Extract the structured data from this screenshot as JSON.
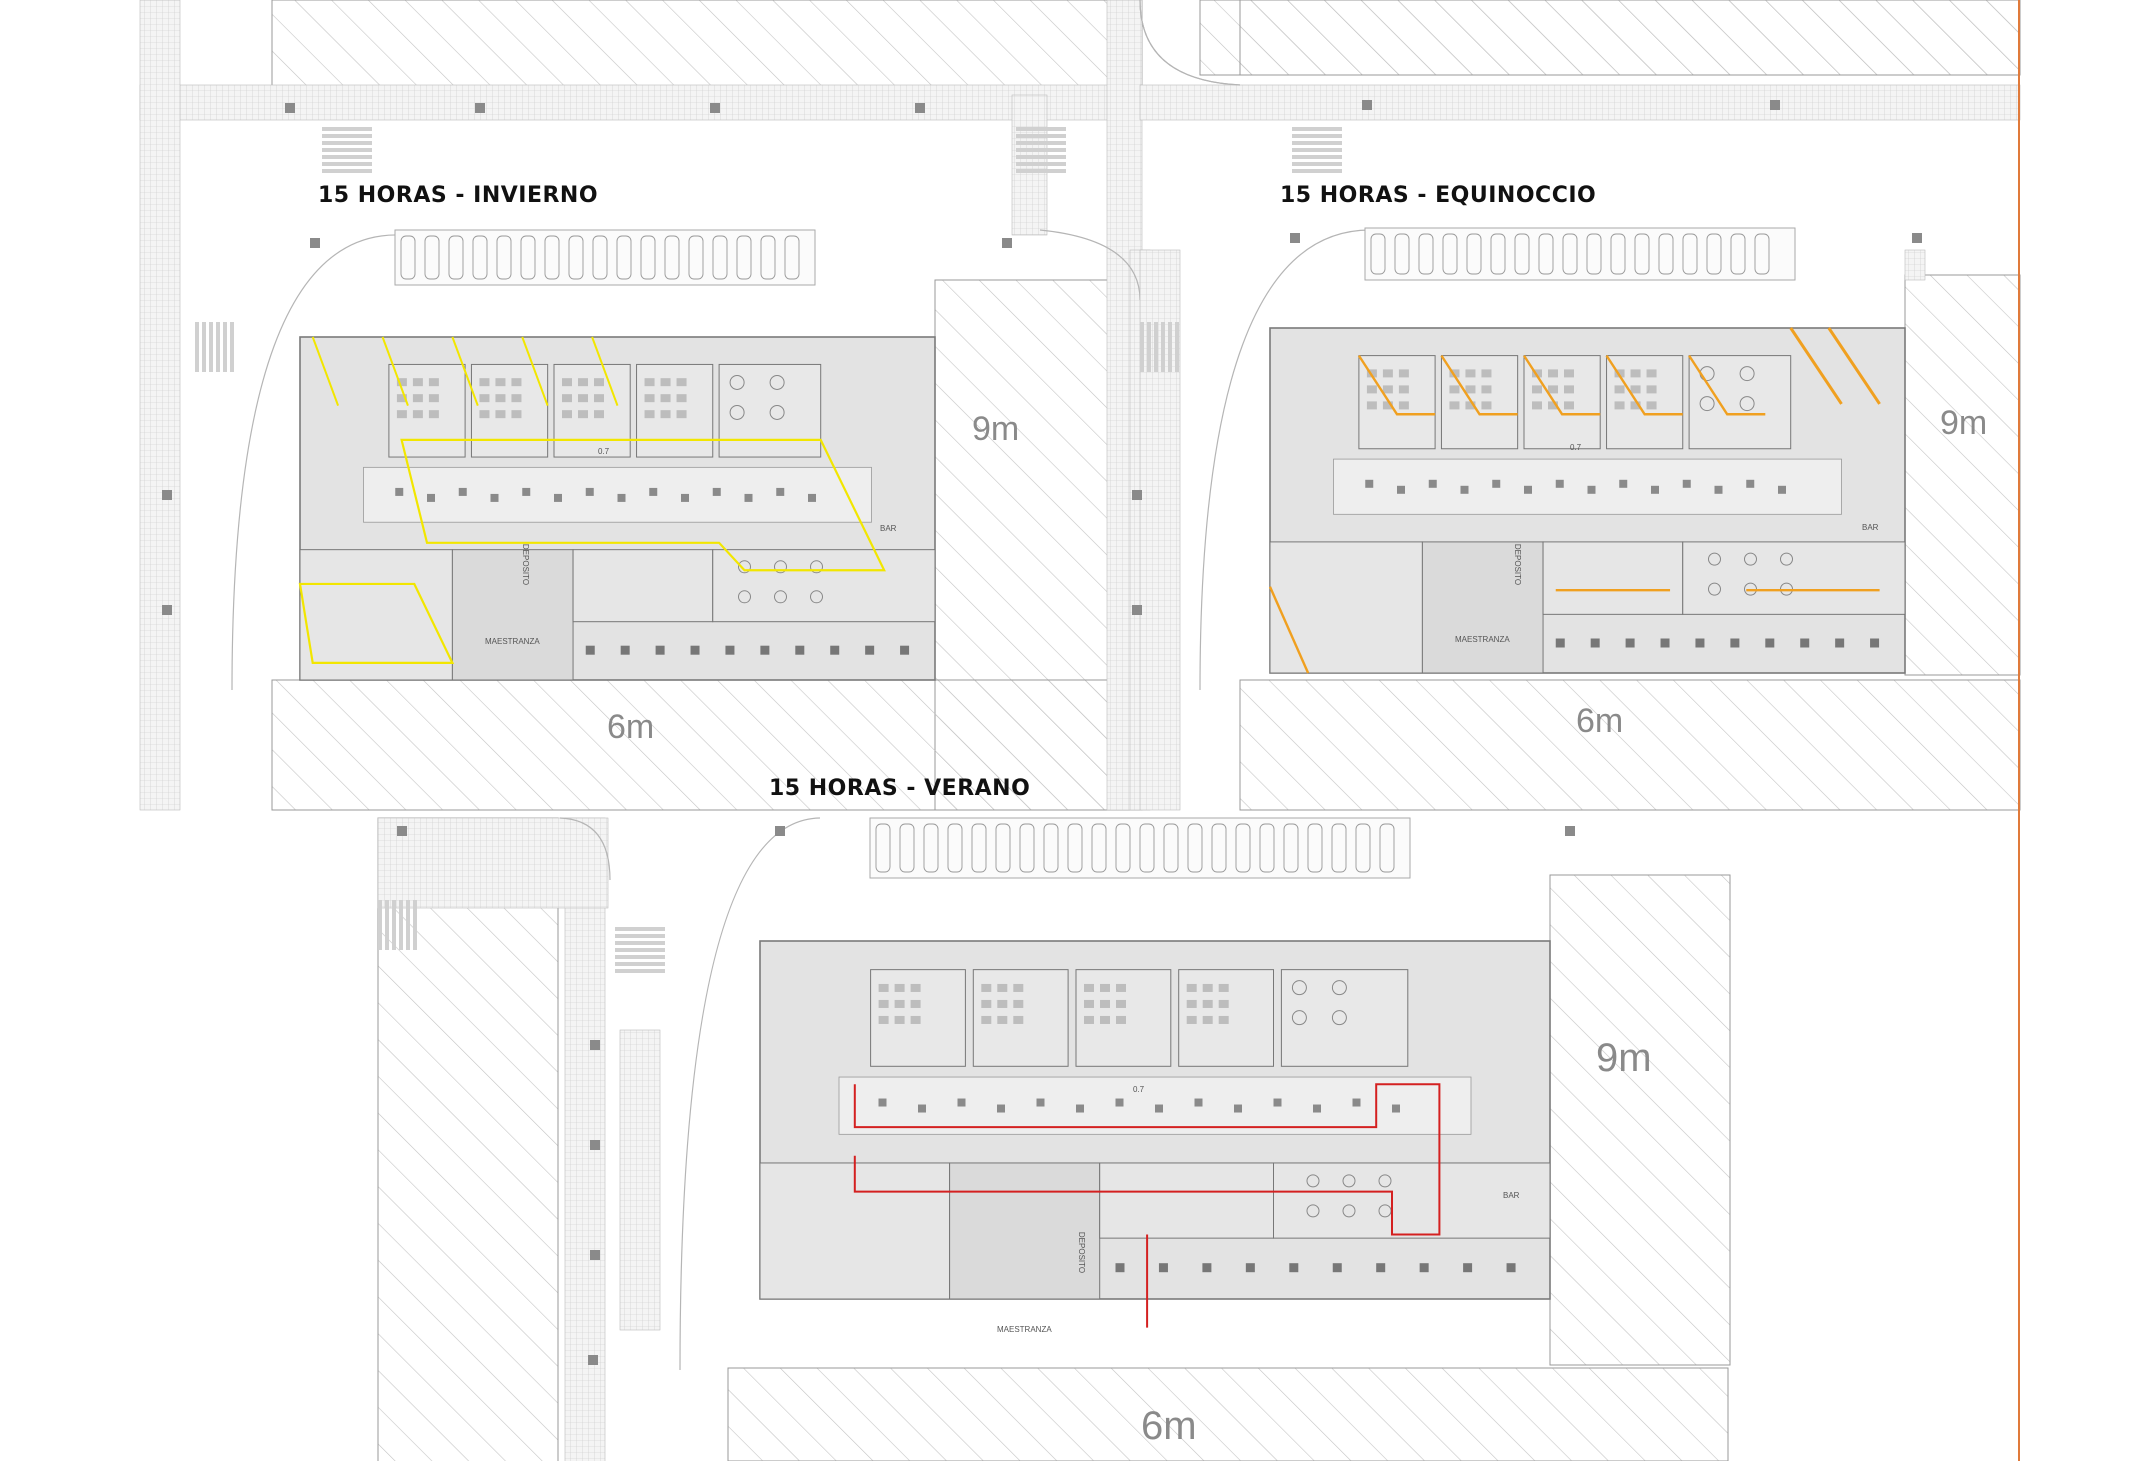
{
  "panels": [
    {
      "id": "invierno",
      "title": "15 HORAS - INVIERNO",
      "dim_right": "9m",
      "dim_bottom": "6m",
      "shadow_color": "#f2e600",
      "labels": {
        "deposito": "DEPOSITO",
        "maestranza": "MAESTRANZA",
        "bar": "BAR",
        "level": "0.7"
      }
    },
    {
      "id": "equinoccio",
      "title": "15 HORAS - EQUINOCCIO",
      "dim_right": "9m",
      "dim_bottom": "6m",
      "shadow_color": "#f0a020",
      "labels": {
        "deposito": "DEPOSITO",
        "maestranza": "MAESTRANZA",
        "bar": "BAR",
        "level": "0.7"
      }
    },
    {
      "id": "verano",
      "title": "15 HORAS - VERANO",
      "dim_right": "9m",
      "dim_bottom": "6m",
      "shadow_color": "#d42020",
      "labels": {
        "deposito": "DEPOSITO",
        "maestranza": "MAESTRANZA",
        "bar": "BAR",
        "level": "0.7"
      }
    }
  ],
  "colors": {
    "hatch": "#bdbdbd",
    "building_fill": "#e3e3e3",
    "wall": "#7a7a7a",
    "frame_line": "#e07a3a"
  }
}
